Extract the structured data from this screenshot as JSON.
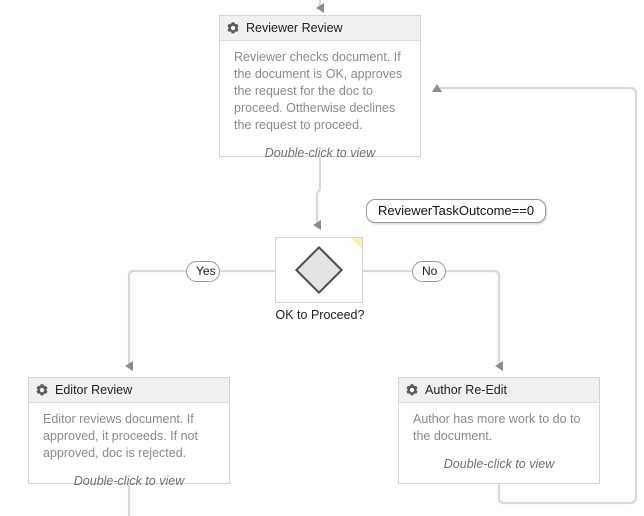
{
  "diagram": {
    "type": "workflow-flowchart",
    "background": "#ffffff",
    "connector_color": "#d8d8e2",
    "arrow_color": "#8c8c8c",
    "header_color": "#f0f0f0",
    "border_color": "#d4d4d4",
    "marker_color": "#fdf0b4"
  },
  "nodes": {
    "reviewer_review": {
      "icon": "gear-icon",
      "title": "Reviewer Review",
      "description": "Reviewer checks document. If the document is OK, approves the request for the doc to proceed. Ottherwise declines the request to proceed.",
      "hint": "Double-click to view"
    },
    "decision": {
      "label": "OK to Proceed?",
      "shape": "diamond",
      "marker": "warning-corner-marker"
    },
    "editor_review": {
      "icon": "gear-icon",
      "title": "Editor Review",
      "description": "Editor reviews document. If approved, it proceeds. If not approved, doc is rejected.",
      "hint": "Double-click to view"
    },
    "author_reedit": {
      "icon": "gear-icon",
      "title": "Author Re-Edit",
      "description": "Author has more work to do to the document.",
      "hint": "Double-click to view"
    }
  },
  "branches": {
    "yes": "Yes",
    "no": "No"
  },
  "condition": {
    "expression": "ReviewerTaskOutcome==0"
  }
}
